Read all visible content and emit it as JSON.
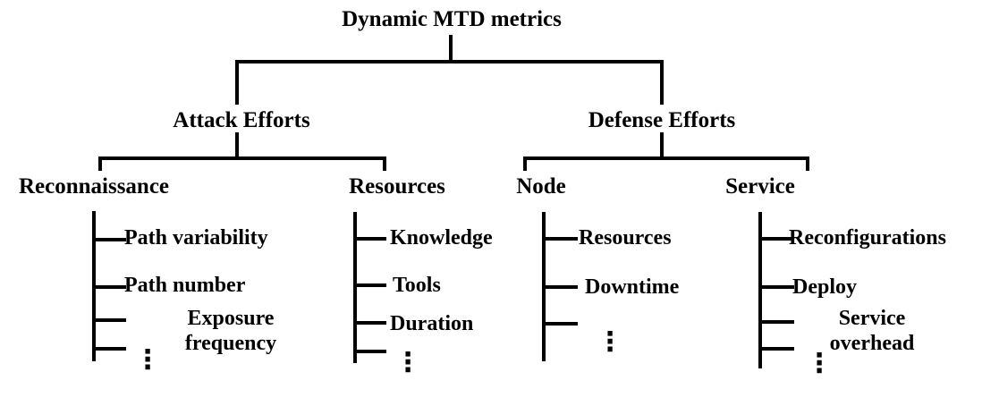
{
  "diagram": {
    "title": "Dynamic MTD metrics",
    "ellipsis": "⋮",
    "colors": {
      "line": "#000000",
      "text": "#000000",
      "background": "#ffffff"
    },
    "attack": {
      "label": "Attack Efforts",
      "reconnaissance": {
        "label": "Reconnaissance",
        "items": [
          "Path variability",
          "Path number",
          "Exposure frequency"
        ]
      },
      "resources": {
        "label": "Resources",
        "items": [
          "Knowledge",
          "Tools",
          "Duration"
        ]
      }
    },
    "defense": {
      "label": "Defense Efforts",
      "node": {
        "label": "Node",
        "items": [
          "Resources",
          "Downtime"
        ]
      },
      "service": {
        "label": "Service",
        "items": [
          "Reconfigurations",
          "Deploy",
          "Service overhead"
        ]
      }
    }
  }
}
